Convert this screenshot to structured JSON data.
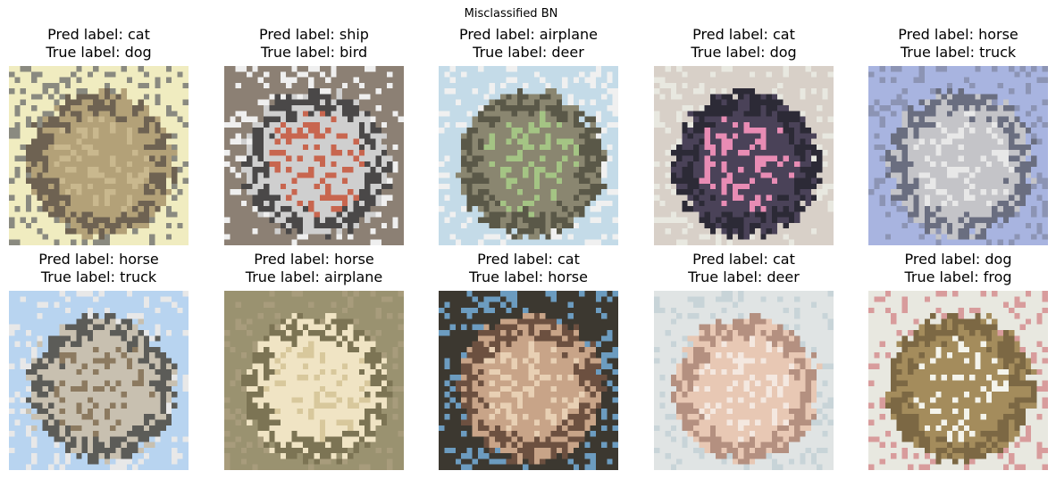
{
  "figure": {
    "suptitle": "Misclassified BN",
    "panels": [
      {
        "pred_line": "Pred label: cat",
        "true_line": "True label: dog",
        "pred": "cat",
        "true": "dog",
        "palette": {
          "bg": "#f0ecc0",
          "main": "#b3a178",
          "dark": "#6e6252",
          "accent": "#c9b88e",
          "extra": "#8a8a80"
        }
      },
      {
        "pred_line": "Pred label: ship",
        "true_line": "True label: bird",
        "pred": "ship",
        "true": "bird",
        "palette": {
          "bg": "#8c8074",
          "main": "#cfcfcf",
          "dark": "#4a4848",
          "accent": "#c8664f",
          "extra": "#efefef"
        }
      },
      {
        "pred_line": "Pred label: airplane",
        "true_line": "True label: deer",
        "pred": "airplane",
        "true": "deer",
        "palette": {
          "bg": "#c4dbe8",
          "main": "#8a8670",
          "dark": "#5a5848",
          "accent": "#a4c484",
          "extra": "#f0f0f0"
        }
      },
      {
        "pred_line": "Pred label: cat",
        "true_line": "True label: dog",
        "pred": "cat",
        "true": "dog",
        "palette": {
          "bg": "#d8d0c8",
          "main": "#4a4258",
          "dark": "#2c2a36",
          "accent": "#e88cb4",
          "extra": "#e8e8e0"
        }
      },
      {
        "pred_line": "Pred label: horse",
        "true_line": "True label: truck",
        "pred": "horse",
        "true": "truck",
        "palette": {
          "bg": "#a8b4e0",
          "main": "#c4c4c8",
          "dark": "#6a6e80",
          "accent": "#e8e8e8",
          "extra": "#8c94b4"
        }
      },
      {
        "pred_line": "Pred label: horse",
        "true_line": "True label: truck",
        "pred": "horse",
        "true": "truck",
        "palette": {
          "bg": "#b8d4f0",
          "main": "#c8c0b0",
          "dark": "#5c5c58",
          "accent": "#8c7a60",
          "extra": "#e8e8e8"
        }
      },
      {
        "pred_line": "Pred label: horse",
        "true_line": "True label: airplane",
        "pred": "horse",
        "true": "airplane",
        "palette": {
          "bg": "#9a9270",
          "main": "#f0e4c4",
          "dark": "#7c7454",
          "accent": "#d8c89c",
          "extra": "#a89c7c"
        }
      },
      {
        "pred_line": "Pred label: cat",
        "true_line": "True label: horse",
        "pred": "cat",
        "true": "horse",
        "palette": {
          "bg": "#3c3830",
          "main": "#c8a488",
          "dark": "#6c5040",
          "accent": "#e8d0b4",
          "extra": "#6c9cc0"
        }
      },
      {
        "pred_line": "Pred label: cat",
        "true_line": "True label: deer",
        "pred": "cat",
        "true": "deer",
        "palette": {
          "bg": "#e0e4e4",
          "main": "#e8c8b4",
          "dark": "#b49080",
          "accent": "#f4e8e0",
          "extra": "#c8d4d8"
        }
      },
      {
        "pred_line": "Pred label: dog",
        "true_line": "True label: frog",
        "pred": "dog",
        "true": "frog",
        "palette": {
          "bg": "#e8e8e0",
          "main": "#a48c5c",
          "dark": "#7c6844",
          "accent": "#f4f4ec",
          "extra": "#d89c9c"
        }
      }
    ]
  }
}
